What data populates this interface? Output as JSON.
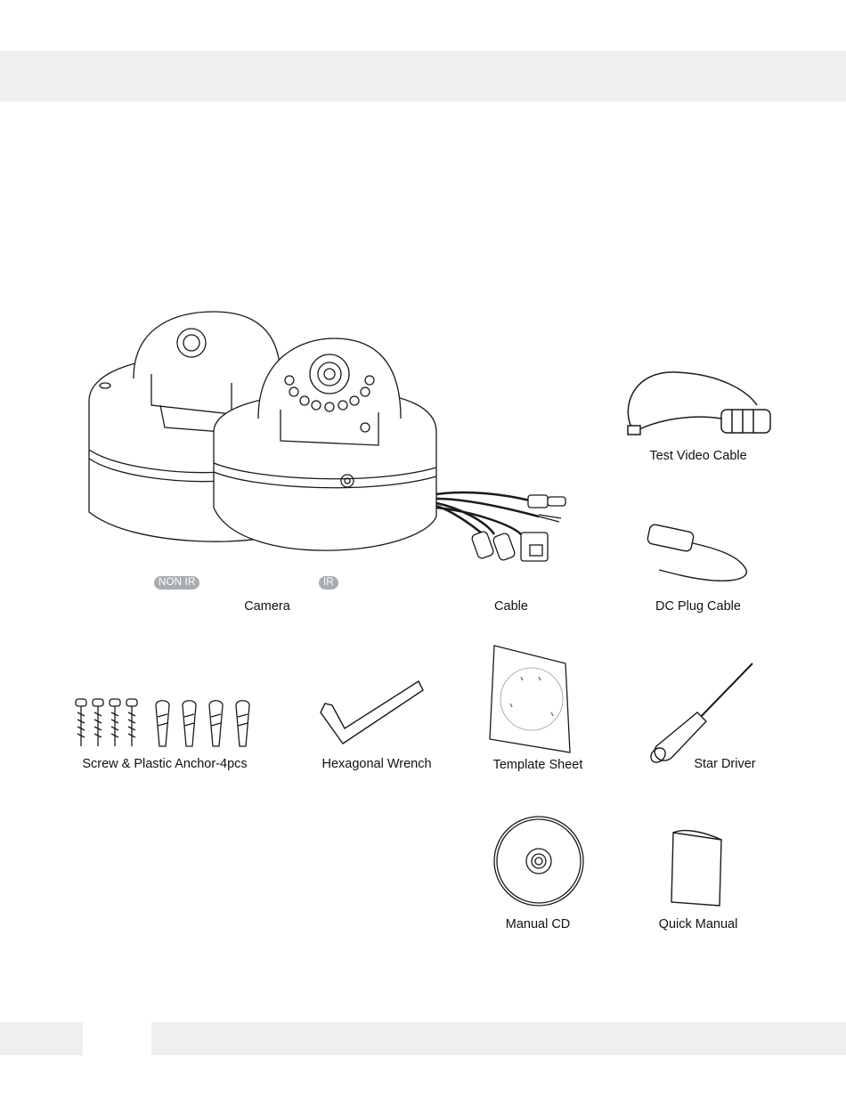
{
  "badges": {
    "non_ir": "NON IR",
    "ir": "IR"
  },
  "items": {
    "camera": "Camera",
    "cable": "Cable",
    "test_video_cable": "Test Video Cable",
    "dc_plug_cable": "DC Plug Cable",
    "screw_anchor": "Screw & Plastic Anchor-4pcs",
    "hex_wrench": "Hexagonal Wrench",
    "template_sheet": "Template Sheet",
    "star_driver": "Star Driver",
    "manual_cd": "Manual CD",
    "quick_manual": "Quick Manual"
  },
  "colors": {
    "band": "#efefef",
    "badge": "#a9acb2",
    "line": "#1a1a1a"
  }
}
